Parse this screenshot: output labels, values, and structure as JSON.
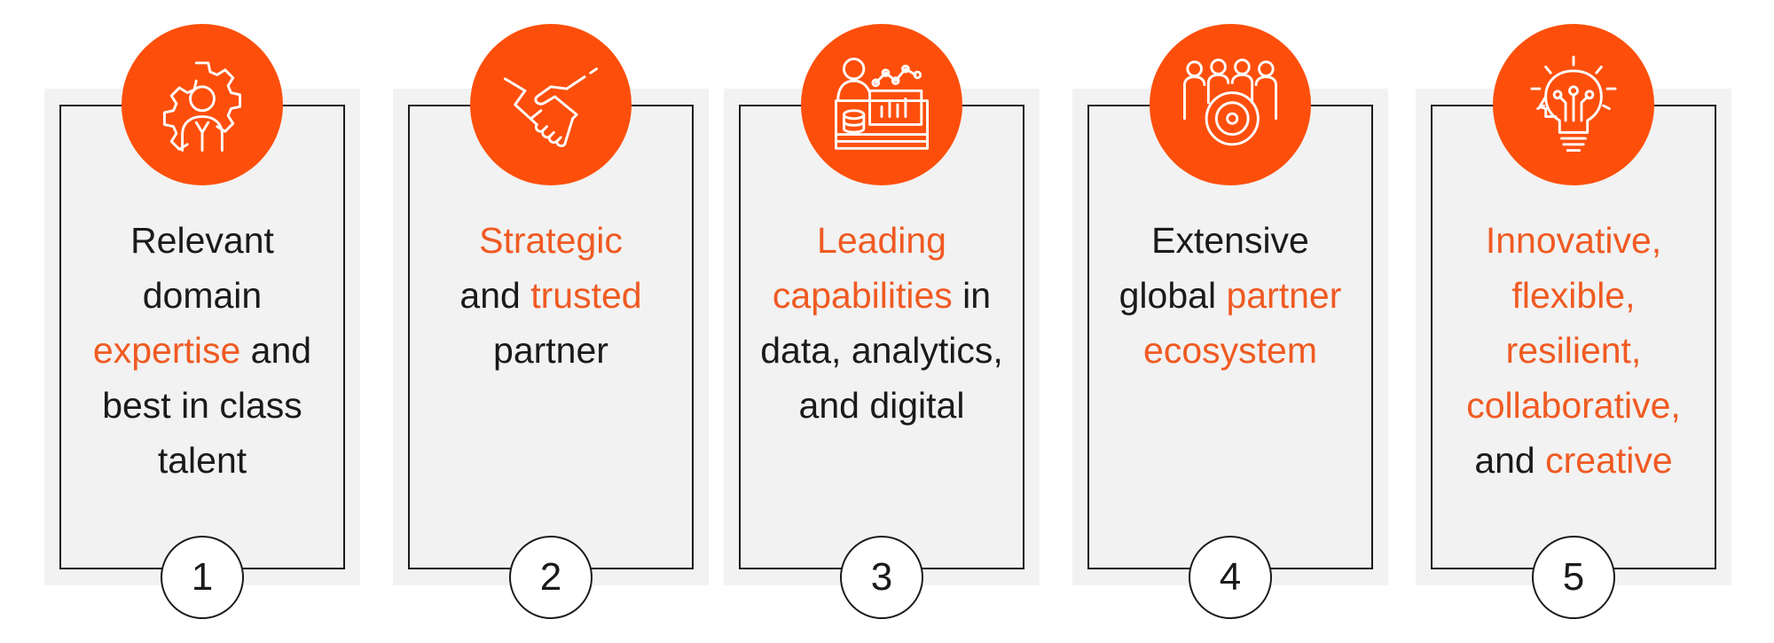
{
  "accent_color": "#fd4f0b",
  "highlight_color": "#f05a22",
  "cards": [
    {
      "number": "1",
      "icon": "gear-person-icon",
      "lines": [
        [
          {
            "t": "Relevant",
            "h": false
          }
        ],
        [
          {
            "t": "domain",
            "h": false
          }
        ],
        [
          {
            "t": "expertise",
            "h": true
          },
          {
            "t": " and",
            "h": false
          }
        ],
        [
          {
            "t": "best in class",
            "h": false
          }
        ],
        [
          {
            "t": "talent",
            "h": false
          }
        ]
      ]
    },
    {
      "number": "2",
      "icon": "handshake-icon",
      "lines": [
        [
          {
            "t": "Strategic",
            "h": true
          }
        ],
        [
          {
            "t": "and ",
            "h": false
          },
          {
            "t": "trusted",
            "h": true
          }
        ],
        [
          {
            "t": "partner",
            "h": false
          }
        ]
      ]
    },
    {
      "number": "3",
      "icon": "data-analytics-icon",
      "lines": [
        [
          {
            "t": "Leading",
            "h": true
          }
        ],
        [
          {
            "t": "capabilities",
            "h": true
          },
          {
            "t": " in",
            "h": false
          }
        ],
        [
          {
            "t": "data, analytics,",
            "h": false
          }
        ],
        [
          {
            "t": "and digital",
            "h": false
          }
        ]
      ]
    },
    {
      "number": "4",
      "icon": "team-target-icon",
      "lines": [
        [
          {
            "t": "Extensive",
            "h": false
          }
        ],
        [
          {
            "t": "global ",
            "h": false
          },
          {
            "t": "partner",
            "h": true
          }
        ],
        [
          {
            "t": "ecosystem",
            "h": true
          }
        ]
      ]
    },
    {
      "number": "5",
      "icon": "lightbulb-head-icon",
      "lines": [
        [
          {
            "t": "Innovative,",
            "h": true
          }
        ],
        [
          {
            "t": "flexible,",
            "h": true
          }
        ],
        [
          {
            "t": "resilient,",
            "h": true
          }
        ],
        [
          {
            "t": "collaborative,",
            "h": true
          }
        ],
        [
          {
            "t": "and ",
            "h": false
          },
          {
            "t": "creative",
            "h": true
          }
        ]
      ]
    }
  ]
}
